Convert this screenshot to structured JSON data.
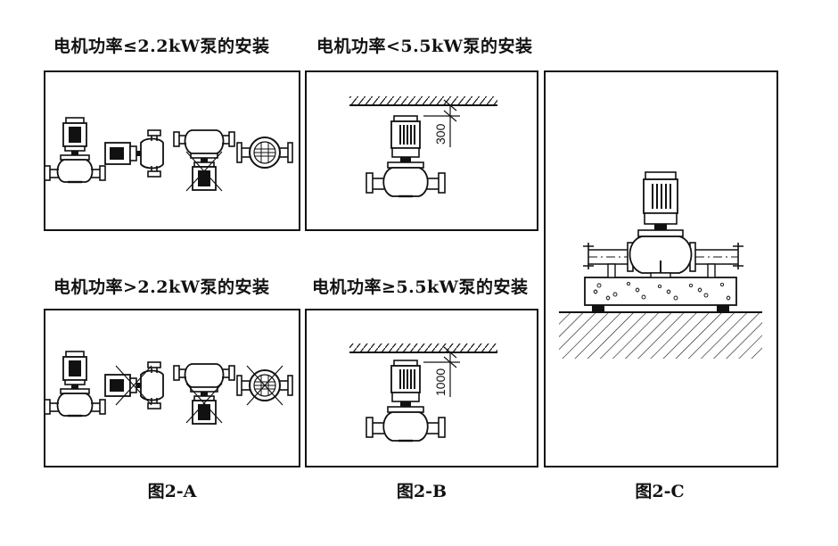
{
  "captions": {
    "a_top": "电机功率≤2.2kW泵的安装",
    "b_top": "电机功率<5.5kW泵的安装",
    "a_bottom": "电机功率>2.2kW泵的安装",
    "b_bottom": "电机功率≥5.5kW泵的安装"
  },
  "dimensions": {
    "top": "300",
    "bottom": "1000"
  },
  "figure_labels": {
    "a": "图2-A",
    "b": "图2-B",
    "c": "图2-C"
  },
  "colors": {
    "line": "#111111",
    "background": "#ffffff"
  }
}
